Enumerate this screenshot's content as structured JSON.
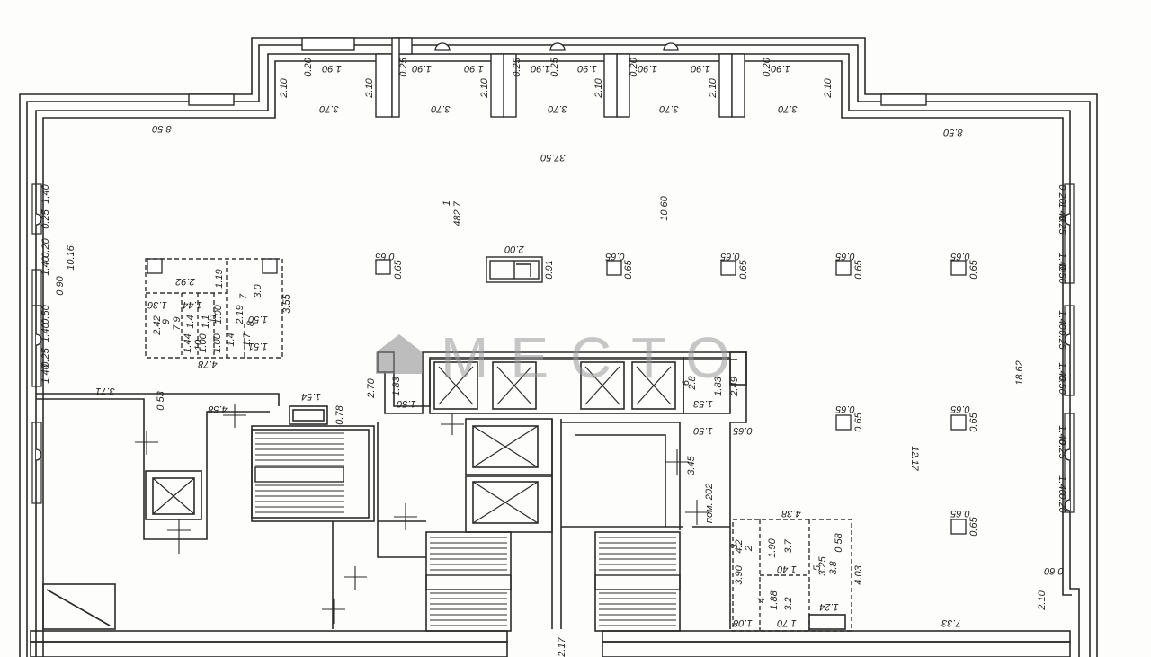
{
  "watermark": {
    "text": "МЕСТО",
    "icon": "house-icon",
    "color": "#a9a9a9"
  },
  "room_labels": [
    {
      "id": "pom-202",
      "text": "пом. 202"
    },
    {
      "id": "area-main",
      "text": "482.7"
    },
    {
      "id": "area-main-num",
      "text": "1"
    },
    {
      "id": "room-2",
      "text": "2"
    },
    {
      "id": "room-3",
      "text": "3"
    },
    {
      "id": "room-4",
      "text": "4"
    },
    {
      "id": "room-5",
      "text": "5"
    },
    {
      "id": "room-6",
      "text": "6"
    },
    {
      "id": "room-7",
      "text": "7"
    },
    {
      "id": "room-8",
      "text": "8"
    },
    {
      "id": "room-9",
      "text": "9"
    },
    {
      "id": "room-10",
      "text": "10"
    },
    {
      "id": "room-11",
      "text": "11"
    }
  ],
  "dimensions": {
    "top_window_widths": [
      "1.90",
      "1.90",
      "1.90",
      "1.90",
      "1.90",
      "1.90",
      "1.90",
      "1.90"
    ],
    "top_pier_widths": [
      "0.20",
      "0.25",
      "0.25",
      "0.25",
      "0.20",
      "0.20"
    ],
    "bay_heights": [
      "2.10",
      "2.10",
      "2.10",
      "2.10",
      "2.10",
      "2.10"
    ],
    "bay_widths": [
      "3.70",
      "3.70",
      "3.70",
      "3.70",
      "3.70"
    ],
    "corner_widths": [
      "8.50",
      "8.50"
    ],
    "overall_width": "37.50",
    "overall_depth": "10.60",
    "right_depth": "18.62",
    "right_mid": "12.17",
    "left_depth": "10.16",
    "left_side": [
      "1.40",
      "0.25",
      "0.20",
      "1.40",
      "0.90",
      "0.50",
      "1.40",
      "0.25",
      "1.40"
    ],
    "right_side": [
      "0.20",
      "1.40",
      "0.25",
      "1.40",
      "0.50",
      "1.40",
      "0.25",
      "1.40",
      "0.50",
      "1.40",
      "0.25",
      "1.40",
      "0.20",
      "0.60"
    ],
    "columns": [
      "0.65",
      "0.65",
      "0.65",
      "0.65",
      "0.65",
      "0.65",
      "0.65",
      "0.65",
      "0.65",
      "0.65",
      "0.65",
      "0.65",
      "0.65",
      "0.65",
      "0.65",
      "0.65"
    ],
    "shaft": [
      "2.00",
      "0.91"
    ],
    "core": [
      "1.83",
      "2.70",
      "1.50",
      "2.49",
      "1.53",
      "1.83",
      "2.8",
      "0.65",
      "1.50",
      "3.45"
    ],
    "lobby": [
      "3.71",
      "0.53",
      "4.58",
      "1.54",
      "0.78"
    ],
    "wc_left": [
      "2.92",
      "1.19",
      "1.36",
      "1.44",
      "2.42",
      "1.00",
      "2.19",
      "1.50",
      "1.51",
      "3.0",
      "3.55",
      "4.78",
      "1.00",
      "1.44",
      "1.00",
      "7.9",
      "1.4",
      "1.1",
      "1.4",
      "1.7"
    ],
    "wc_right": [
      "4.38",
      "3.90",
      "1.90",
      "1.40",
      "3.25",
      "1.88",
      "1.70",
      "1.24",
      "1.08",
      "4.03",
      "4.2",
      "3.7",
      "3.8",
      "3.2",
      "0.58"
    ],
    "bottom": [
      "7.33",
      "2.10",
      "2.17"
    ]
  }
}
